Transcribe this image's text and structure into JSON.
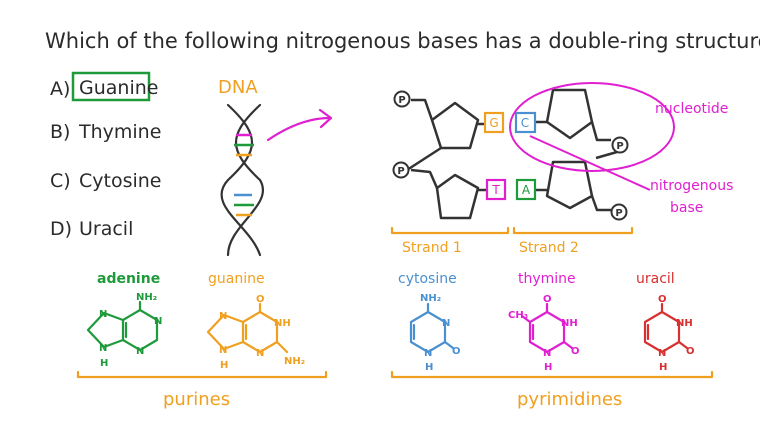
{
  "question": "Which of the following nitrogenous bases has a double-ring structure?",
  "options": [
    {
      "letter": "A)",
      "text": "Guanine",
      "selected": true
    },
    {
      "letter": "B)",
      "text": "Thymine"
    },
    {
      "letter": "C)",
      "text": "Cytosine"
    },
    {
      "letter": "D)",
      "text": "Uracil"
    }
  ],
  "dna_label": "DNA",
  "diagram": {
    "phosphate": "P",
    "bases": {
      "g": "G",
      "c": "C",
      "t": "T",
      "a": "A"
    },
    "nucleotide": "nucleotide",
    "nitrogenous_base": [
      "nitrogenous",
      "base"
    ],
    "strand1": "Strand 1",
    "strand2": "Strand 2"
  },
  "molecules": {
    "adenine": {
      "name": "adenine",
      "n": "N",
      "h": "H",
      "nh2": "NH₂"
    },
    "guanine": {
      "name": "guanine",
      "n": "N",
      "nh": "NH",
      "h": "H",
      "o": "O",
      "nh2": "NH₂"
    },
    "cytosine": {
      "name": "cytosine",
      "n": "N",
      "h": "H",
      "o": "O",
      "nh2": "NH₂"
    },
    "thymine": {
      "name": "thymine",
      "n": "N",
      "nh": "NH",
      "h": "H",
      "o": "O",
      "ch3": "CH₃"
    },
    "uracil": {
      "name": "uracil",
      "n": "N",
      "nh": "NH",
      "h": "H",
      "o": "O"
    }
  },
  "groups": {
    "purines": "purines",
    "pyrimidines": "pyrimidines"
  },
  "colors": {
    "green": "#1f9a3a",
    "orange": "#f0a020",
    "blue": "#4a90d0",
    "magenta": "#e020d0",
    "red": "#d83030",
    "ink": "#333333"
  }
}
